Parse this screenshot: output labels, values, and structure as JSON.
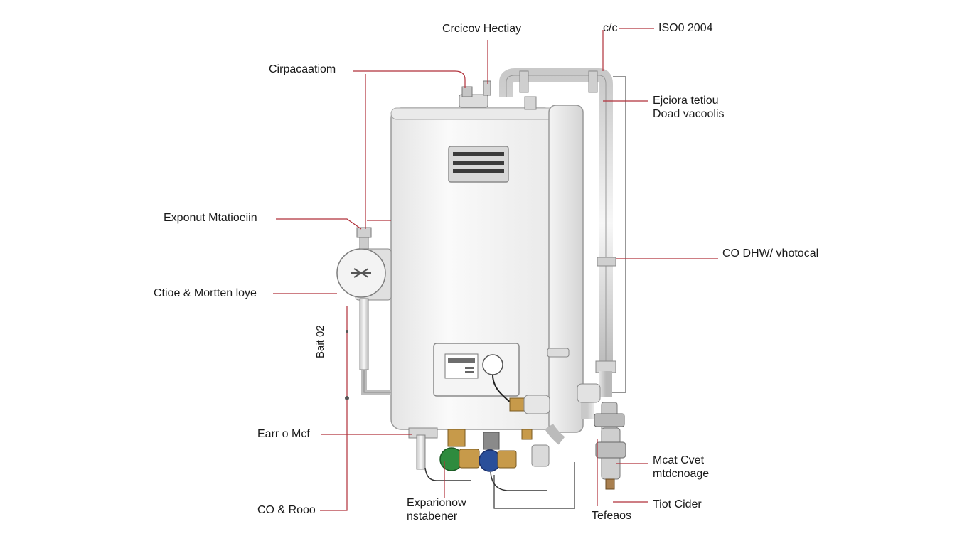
{
  "labels": {
    "top_center": "Crcicov Hectiay",
    "top_right_prefix": "c/c",
    "top_right": "ISO0 2004",
    "upper_left": "Cirpacaatiom",
    "right_upper_line1": "Ejciora tetiou",
    "right_upper_line2": "Doad vacoolis",
    "left_mid": "Exponut Mtatioeiin",
    "right_mid": "CO DHW/ vhotocal",
    "left_pump": "Ctioe & Mortten loye",
    "vertical": "Bait 02",
    "left_lower": "Earr o Mcf",
    "left_bottom": "CO & Rooo",
    "bottom_center_line1": "Exparionow",
    "bottom_center_line2": "nstabener",
    "bottom_right_center": "Tefeaos",
    "right_lower_line1": "Mcat Cvet",
    "right_lower_line2": "mtdcnoage",
    "right_bottom": "Tiot Cider"
  },
  "colors": {
    "leader": "#b0303a",
    "body": "#f2f2f2",
    "outline": "#9a9a9a",
    "green_valve": "#2e8b3e",
    "blue_valve": "#2a4f9a",
    "brass": "#c79a4a"
  }
}
